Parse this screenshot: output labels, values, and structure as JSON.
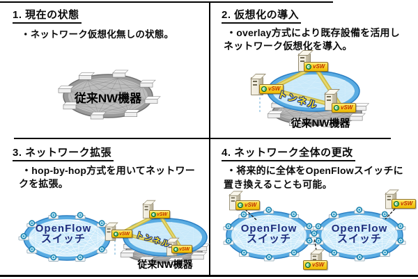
{
  "panels": [
    {
      "heading": "1. 現在の状態",
      "bullet_lines": [
        "・ネットワーク仮想化無しの状態。"
      ]
    },
    {
      "heading": "2. 仮想化の導入",
      "bullet_lines": [
        "・overlay方式により既存設備を活用し",
        "ネットワーク仮想化を導入。"
      ]
    },
    {
      "heading": "3. ネットワーク拡張",
      "bullet_lines": [
        "・hop-by-hop方式を用いてネットワー",
        "クを拡張。"
      ]
    },
    {
      "heading": "4. ネットワーク全体の更改",
      "bullet_lines": [
        "・将来的に全体をOpenFlowスイッチに",
        "置き換えることも可能。"
      ]
    }
  ],
  "labels": {
    "legacy_nw": "従来NW機器",
    "tunnel": "トンネル",
    "openflow_line1": "OpenFlow",
    "openflow_line2": "スイッチ",
    "vsw": "vSW"
  },
  "colors": {
    "cloud_blue_outer": "#58abe2",
    "cloud_blue_inner": "#c9e9fa",
    "cloud_gray_outer": "#9a9a9a",
    "cloud_gray_inner": "#bdbdbd",
    "tunnel_line": "#cdbc49",
    "tunnel_text": "#ffe61a",
    "openflow_text": "#1e2c7c",
    "vsw_badge_yellow": "#f6c800",
    "vsw_text_red": "#c03000",
    "heading_text": "#0a0a0a"
  }
}
